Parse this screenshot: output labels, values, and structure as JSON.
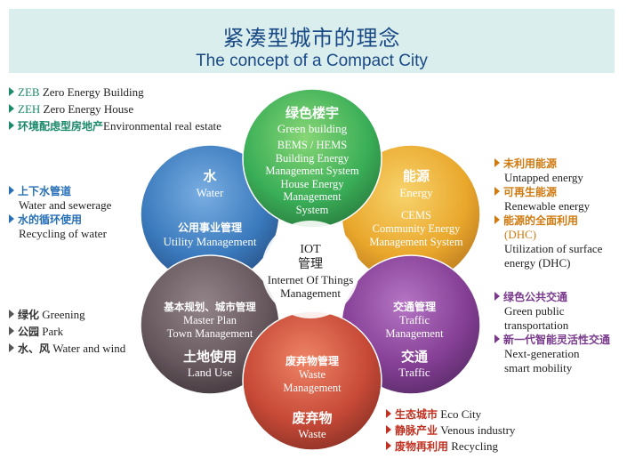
{
  "title": {
    "cn": "紧凑型城市的理念",
    "en": "The concept of a Compact City"
  },
  "left_top": [
    {
      "code": "ZEB",
      "text": "Zero Energy Building"
    },
    {
      "code": "ZEH",
      "text": "Zero Energy House"
    },
    {
      "code": "环境配虑型房地产",
      "text": "Environmental real estate"
    }
  ],
  "left_water": [
    {
      "cn": "上下水管道",
      "en": "Water and sewerage"
    },
    {
      "cn": "水的循环使用",
      "en": "Recycling of water"
    }
  ],
  "left_land": [
    {
      "cn": "绿化",
      "en": "Greening"
    },
    {
      "cn": "公园",
      "en": "Park"
    },
    {
      "cn": "水、风",
      "en": "Water and wind"
    }
  ],
  "right_energy": [
    {
      "cn": "未利用能源",
      "en": "Untapped energy"
    },
    {
      "cn": "可再生能源",
      "en": "Renewable energy"
    },
    {
      "cn": "能源的全面利用",
      "cn2": "(DHC)",
      "en": "Utilization of surface",
      "en2": "energy (DHC)"
    }
  ],
  "right_traffic": [
    {
      "cn": "绿色公共交通",
      "en": "Green public",
      "en2": "transportation"
    },
    {
      "cn": "新一代智能灵活性交通",
      "en": "Next-generation",
      "en2": "smart mobility"
    }
  ],
  "bottom_waste": [
    {
      "cn": "生态城市",
      "en": "Eco City"
    },
    {
      "cn": "静脉产业",
      "en": "Venous industry"
    },
    {
      "cn": "废物再利用",
      "en": "Recycling"
    }
  ],
  "circles": {
    "green": {
      "cn": "绿色楼宇",
      "en": "Green building",
      "l1": "BEMS / HEMS",
      "l2": "Building Energy",
      "l3": "Management System",
      "l4": "House Energy",
      "l5": "Management",
      "l6": "System"
    },
    "water": {
      "cn": "水",
      "en": "Water",
      "sub_cn": "公用事业管理",
      "sub_en": "Utility Management"
    },
    "energy": {
      "cn": "能源",
      "en": "Energy",
      "l1": "CEMS",
      "l2": "Community Energy",
      "l3": "Management System"
    },
    "land": {
      "cn": "土地使用",
      "en": "Land Use",
      "sub_cn": "基本规划、城市管理",
      "sub_en1": "Master Plan",
      "sub_en2": "Town Management"
    },
    "traffic": {
      "cn": "交通",
      "en": "Traffic",
      "sub_cn": "交通管理",
      "sub_en1": "Traffic",
      "sub_en2": "Management"
    },
    "waste": {
      "cn": "废弃物",
      "en": "Waste",
      "sub_cn": "废弃物管理",
      "sub_en1": "Waste",
      "sub_en2": "Management"
    }
  },
  "center": {
    "l1": "IOT",
    "l2": "管理",
    "l3": "Internet Of Things",
    "l4": "Management"
  },
  "colors": {
    "green": "#2aa84a",
    "blue": "#2a6fb8",
    "orange": "#e89a1a",
    "gray": "#5a4a50",
    "purple": "#7a2f8c",
    "red": "#c23a26"
  }
}
